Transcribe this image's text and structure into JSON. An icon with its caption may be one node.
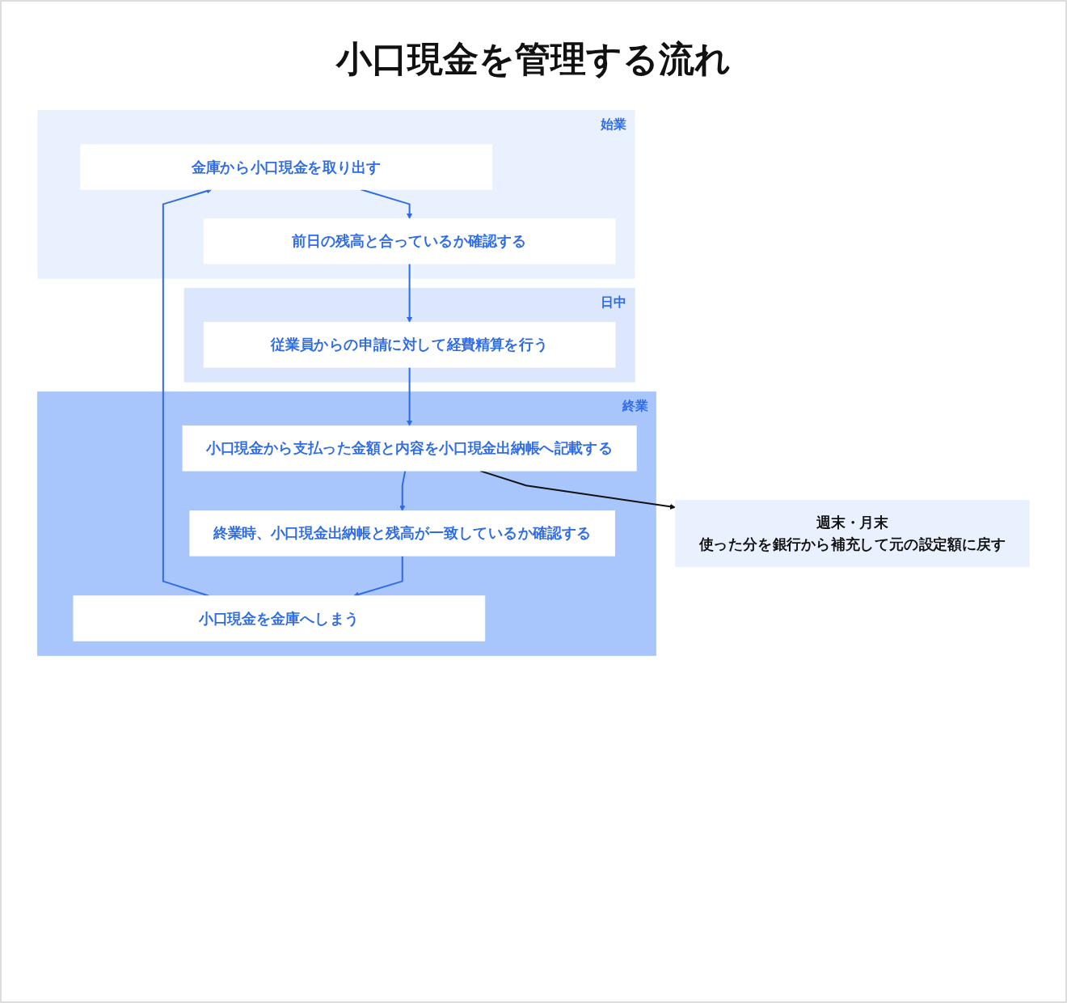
{
  "diagram": {
    "title": "小口現金を管理する流れ",
    "nodes": [
      {
        "text": [
          "始業"
        ]
      },
      {
        "text": [
          "金庫から小口現金を取り出す"
        ],
        "in": 0
      },
      {
        "text": [
          "前日の残高と合っているか確認する"
        ],
        "in": 0
      },
      {
        "text": [
          "日中"
        ]
      },
      {
        "text": [
          "従業員からの申請に対して経費精算を行う"
        ],
        "in": 3
      },
      {
        "text": [
          "終業"
        ]
      },
      {
        "text": [
          "小口現金から支払った金額と内容を小口現金出納帳へ記載する"
        ],
        "in": 5
      },
      {
        "text": [
          "終業時、小口現金出納帳と残高が一致しているか確認する"
        ],
        "in": 5
      },
      {
        "text": [
          "小口現金を金庫へしまう"
        ],
        "in": 5
      },
      {
        "text": [
          "週末・月末",
          "使った分を銀行から補充して元の設定額に戻す"
        ]
      }
    ],
    "edges": [
      {
        "from": 1,
        "to": 2,
        "arrow": "to"
      },
      {
        "from": 2,
        "to": 4,
        "arrow": "to"
      },
      {
        "from": 4,
        "to": 6,
        "arrow": "to"
      },
      {
        "from": 6,
        "to": 7,
        "arrow": "to"
      },
      {
        "from": 7,
        "to": 8,
        "arrow": "to"
      },
      {
        "from": 8,
        "to": 1,
        "arrow": "to"
      },
      {
        "from": 6,
        "to": 9,
        "arrow": "to",
        "color": "#111111"
      }
    ]
  }
}
